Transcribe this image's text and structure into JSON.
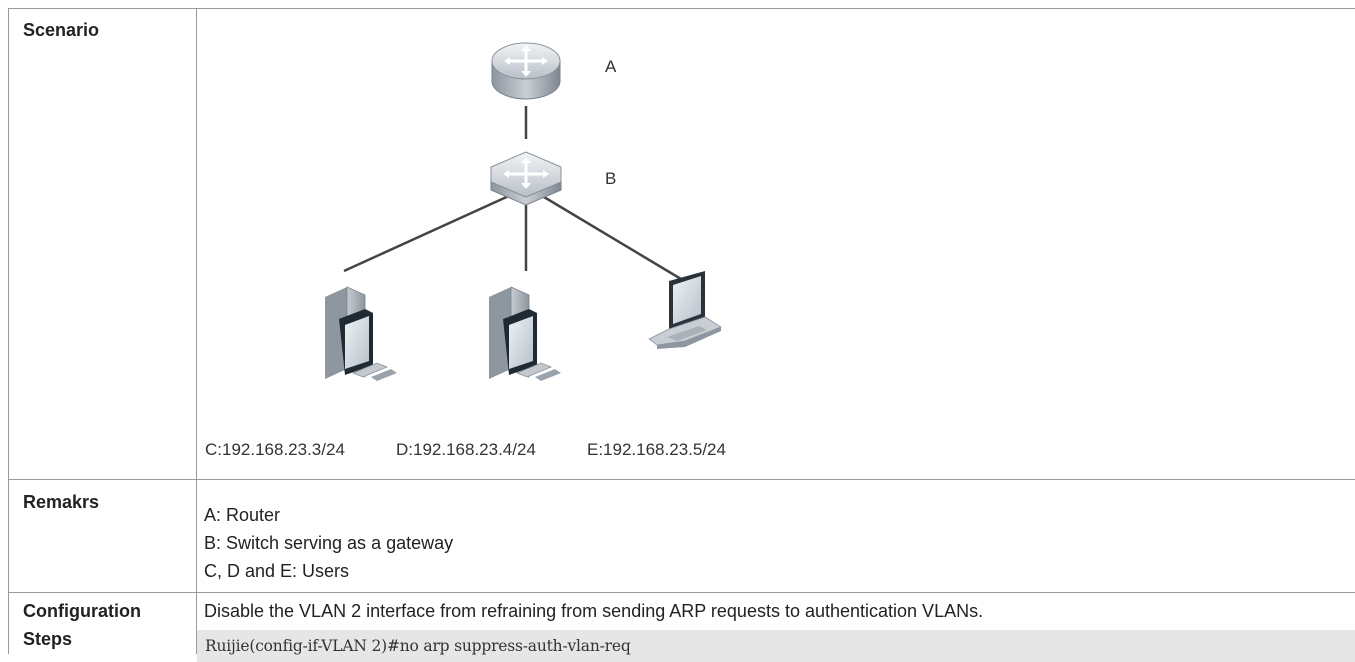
{
  "rows": {
    "scenario": {
      "header": "Scenario"
    },
    "remarks": {
      "header": "Remakrs",
      "lines": [
        "A: Router",
        "B: Switch serving as a gateway",
        "C, D and E: Users"
      ]
    },
    "config": {
      "header_line1": "Configuration",
      "header_line2": "Steps",
      "description": "Disable the VLAN 2 interface from refraining from sending ARP requests to authentication VLANs.",
      "command": "Ruijie(config-if-VLAN 2)#no arp suppress-auth-vlan-req"
    }
  },
  "diagram": {
    "router_label": "A",
    "switch_label": "B",
    "host_c_label": "C:192.168.23.3/24",
    "host_d_label": "D:192.168.23.4/24",
    "host_e_label": "E:192.168.23.5/24",
    "icons": [
      "router-icon",
      "switch-icon",
      "desktop-pc-icon",
      "desktop-pc-icon",
      "laptop-icon"
    ]
  }
}
